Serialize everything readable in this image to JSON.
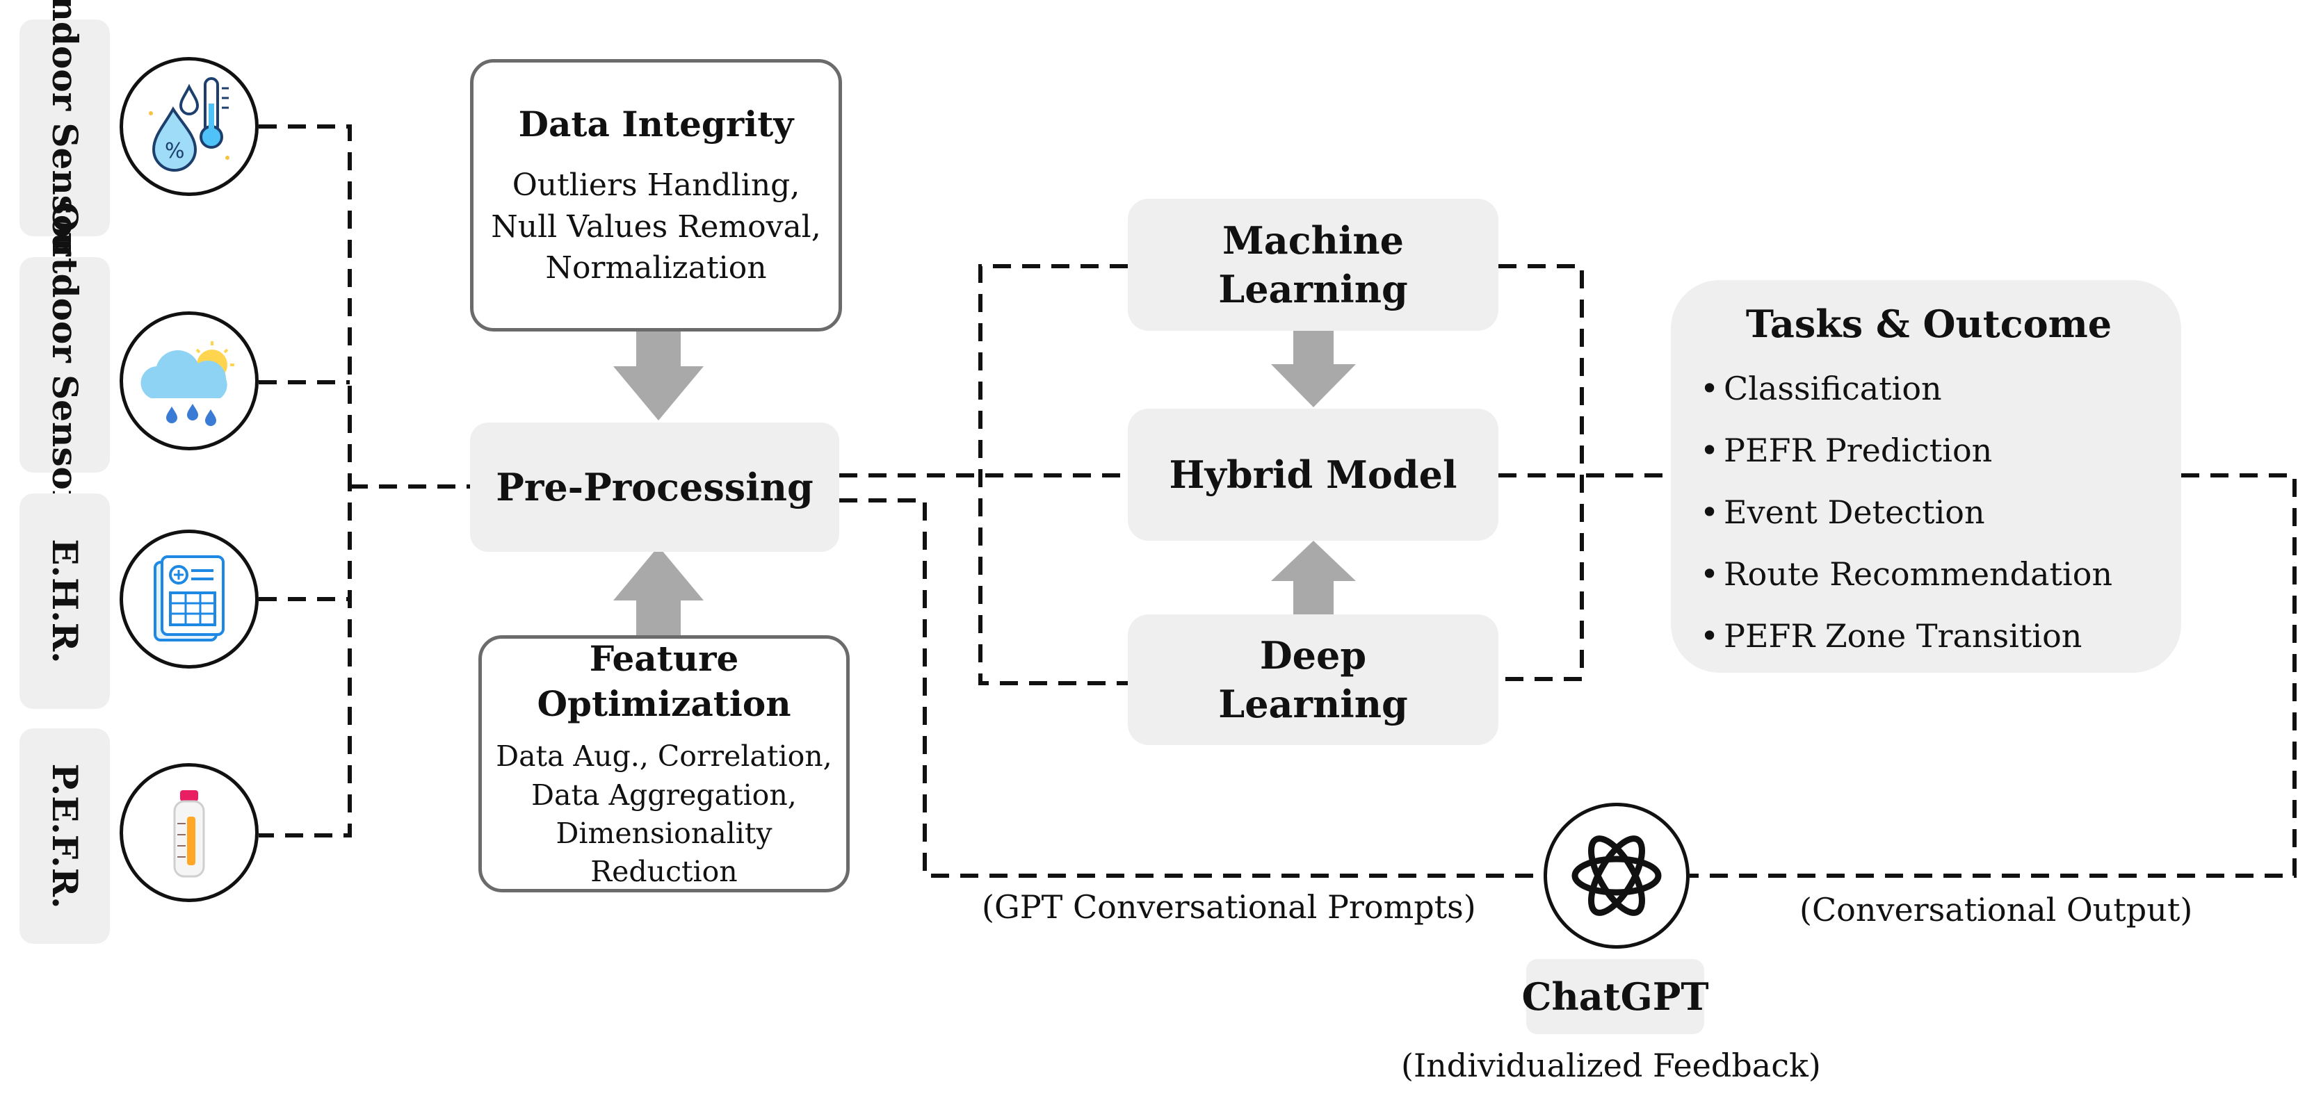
{
  "sources": [
    {
      "label": "Indoor Sensors",
      "icon": "humidity-thermometer-icon"
    },
    {
      "label": "Outdoor Sensors",
      "icon": "weather-cloud-rain-icon"
    },
    {
      "label": "E.H.R.",
      "icon": "medical-record-icon"
    },
    {
      "label": "P.E.F.R.",
      "icon": "peak-flow-meter-icon"
    }
  ],
  "data_integrity": {
    "title": "Data Integrity",
    "lines": [
      "Outliers Handling,",
      "Null Values Removal,",
      "Normalization"
    ]
  },
  "pre_processing": {
    "title": "Pre-Processing"
  },
  "feature_optimization": {
    "title_lines": [
      "Feature",
      "Optimization"
    ],
    "lines": [
      "Data Aug., Correlation,",
      "Data Aggregation,",
      "Dimensionality Reduction"
    ]
  },
  "machine_learning": {
    "title_lines": [
      "Machine",
      "Learning"
    ]
  },
  "hybrid_model": {
    "title": "Hybrid Model"
  },
  "deep_learning": {
    "title_lines": [
      "Deep",
      "Learning"
    ]
  },
  "tasks": {
    "title": "Tasks & Outcome",
    "items": [
      "Classification",
      "PEFR Prediction",
      "Event Detection",
      "Route Recommendation",
      "PEFR Zone Transition"
    ]
  },
  "chatgpt": {
    "label": "ChatGPT",
    "icon": "openai-logo-icon",
    "prompts_caption": "(GPT Conversational Prompts)",
    "output_caption": "(Conversational Output)",
    "feedback_caption": "(Individualized Feedback)"
  },
  "colors": {
    "arrow": "#aaa9a9",
    "box_fill": "#efefef",
    "outline": "#6b6b6b",
    "line": "#111111"
  }
}
